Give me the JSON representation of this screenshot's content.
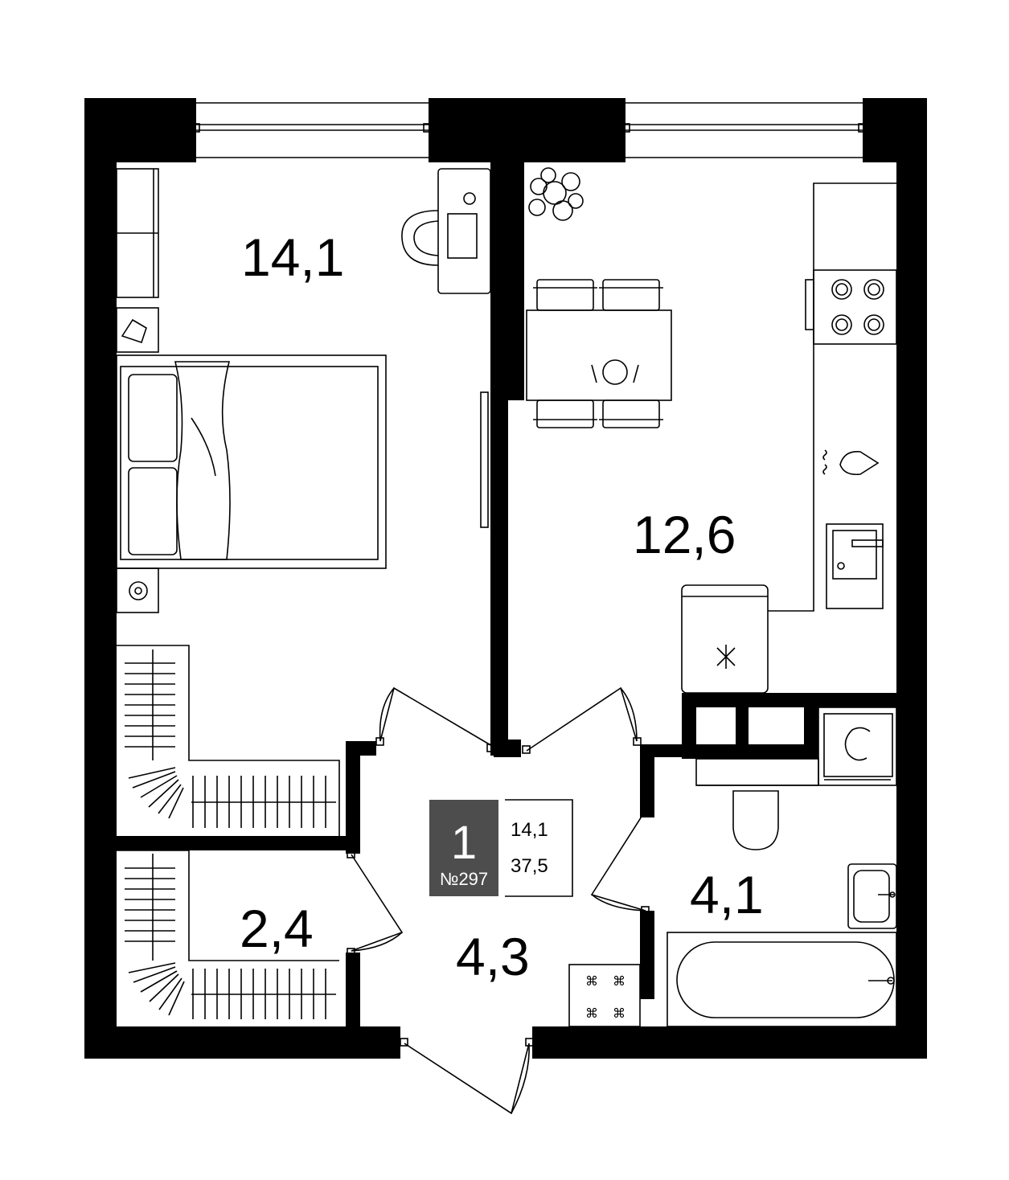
{
  "rooms": {
    "bedroom": {
      "area": "14,1"
    },
    "kitchen": {
      "area": "12,6"
    },
    "wardrobe": {
      "area": "2,4"
    },
    "hall": {
      "area": "4,3"
    },
    "bathroom": {
      "area": "4,1"
    }
  },
  "badge": {
    "rooms_count": "1",
    "apartment_number": "№297",
    "living_area": "14,1",
    "total_area": "37,5"
  },
  "colors": {
    "wall": "#000000",
    "badge_bg": "#4d4d4d",
    "background": "#ffffff"
  },
  "icons": [
    "plant-icon",
    "stove-icon",
    "sink-icon",
    "fridge-icon",
    "washing-machine-icon",
    "toilet-icon",
    "bathtub-icon",
    "shoe-cabinet-icon"
  ]
}
